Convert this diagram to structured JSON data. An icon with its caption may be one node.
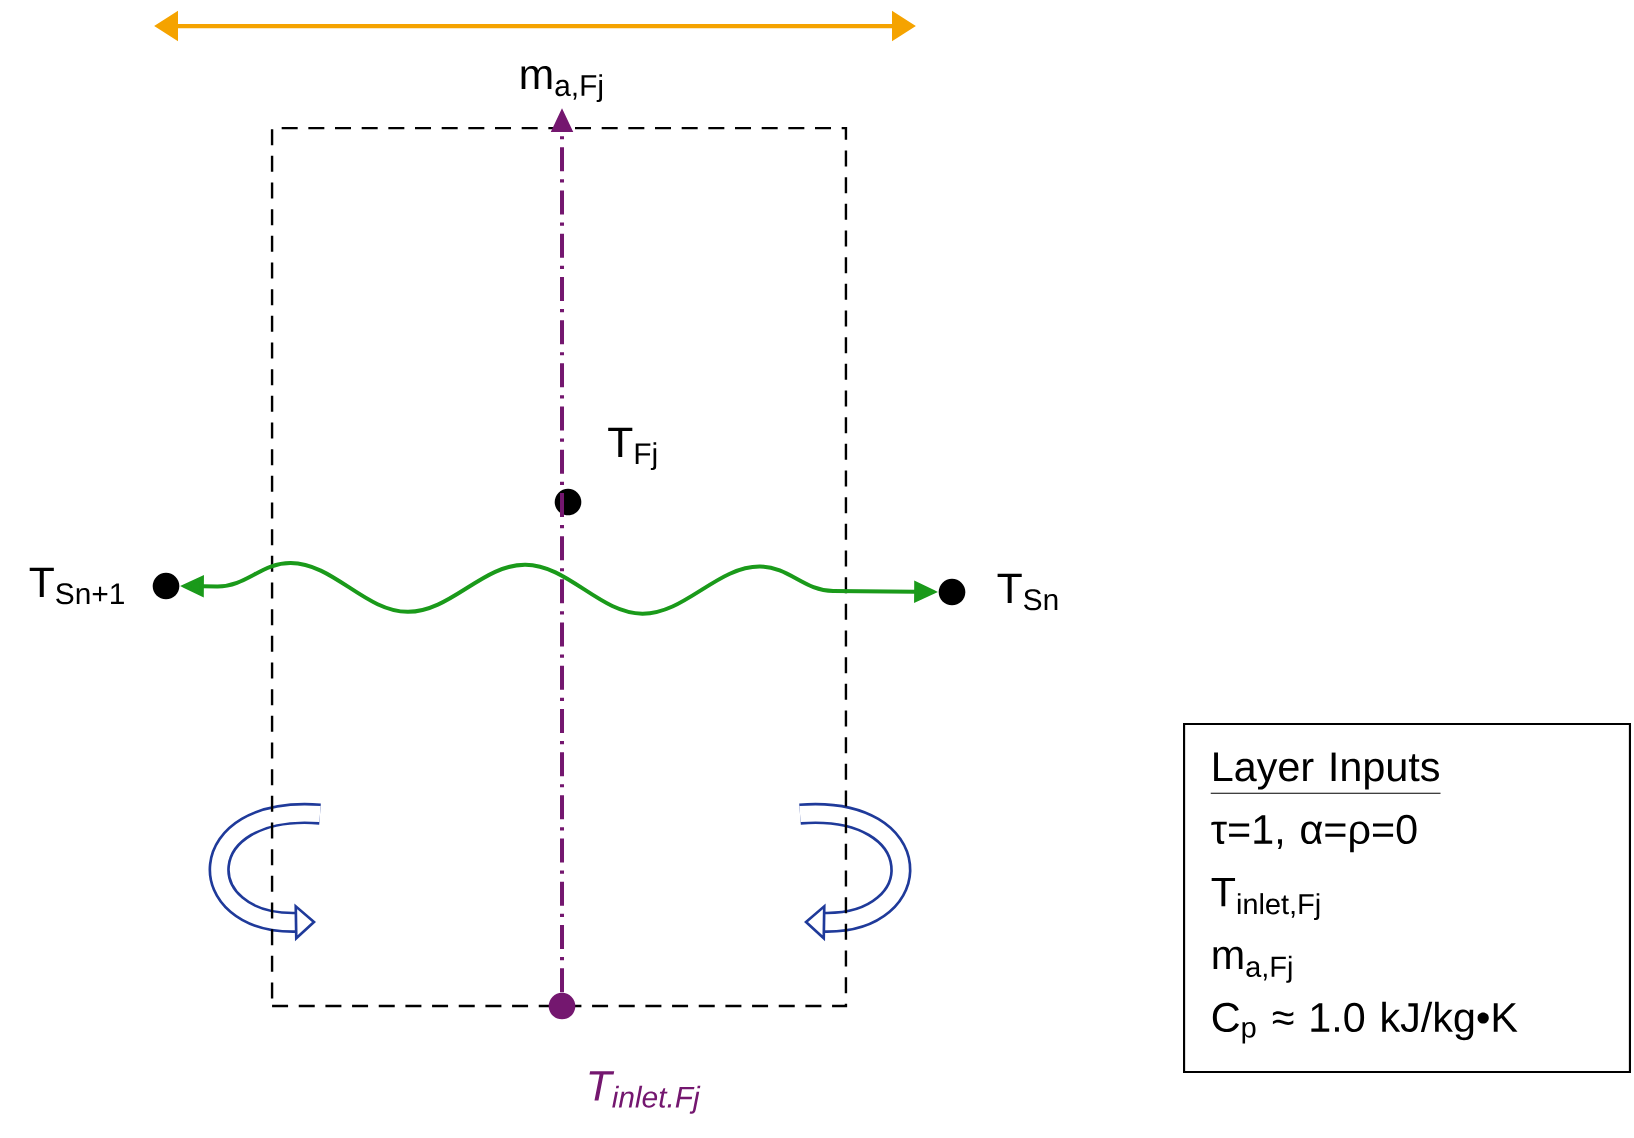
{
  "diagram": {
    "nodes": [
      {
        "text": [],
        "shape": "box"
      },
      {
        "text": [
          "T$_{Fj}$"
        ],
        "in": 0
      },
      {
        "text": [
          "T$_{Sn+1}$"
        ]
      },
      {
        "text": [
          "T$_{Sn}$"
        ]
      },
      {
        "text": [
          "m$_{a,Fj}$"
        ]
      },
      {
        "text": [
          "T$_{inlet.Fj}$"
        ]
      },
      {
        "text": [
          "Layer Inputs",
          "τ=1, α=ρ=0",
          "T$_{inlet,Fj}$",
          "m$_{a,Fj}$",
          "C$_{p}$ ≈ 1.0 kJ/kg•K"
        ]
      }
    ],
    "edges": [
      {
        "from": 5,
        "to": 4,
        "arrow": "to",
        "style": "dashed",
        "color": "#74176f"
      },
      {
        "from": 2,
        "to": 3,
        "arrow": "both",
        "color": "#1a9a1a"
      }
    ]
  }
}
